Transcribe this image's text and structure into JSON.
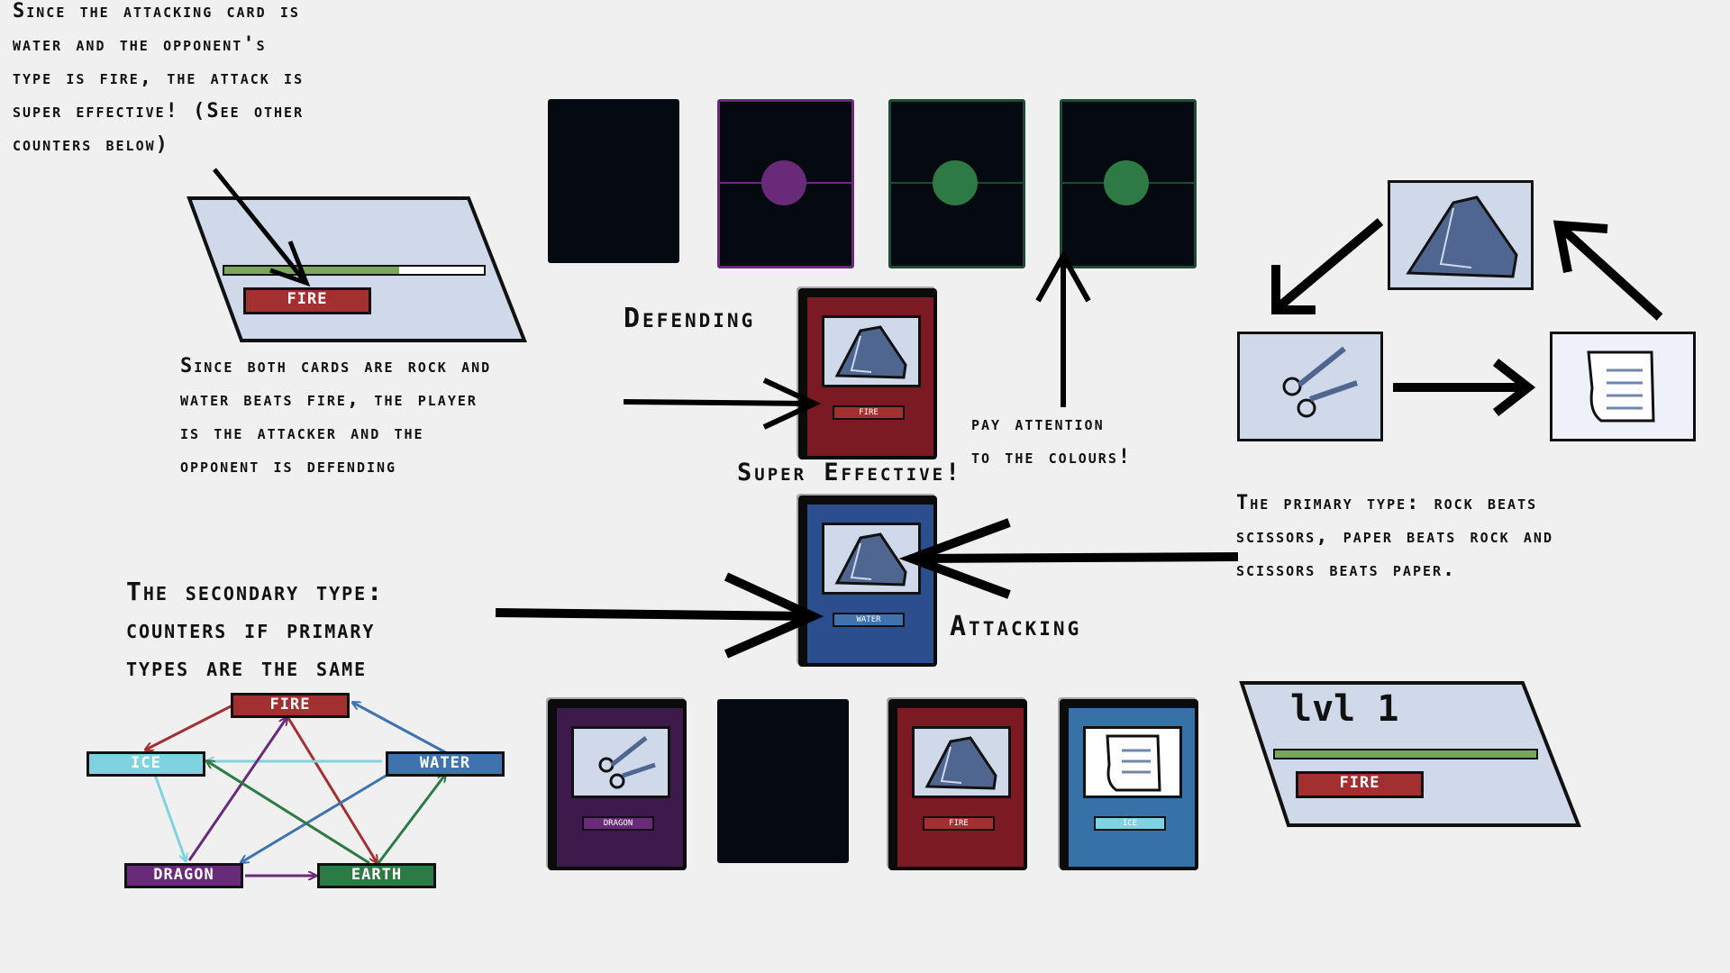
{
  "texts": {
    "intro_note": "Since the attacking card is\nwater and the opponent's\ntype is fire, the attack is\nsuper effective! (See other\ncounters below)",
    "both_rock_note": "Since both cards are rock and\nwater beats fire, the player\nis the attacker and the\nopponent is defending",
    "attention_note": "pay attention\nto the colours!",
    "primary_note": "The primary type: rock beats\nscissors, paper beats rock and\nscissors beats paper.",
    "secondary_note": "The secondary type:\ncounters if primary\ntypes are the same"
  },
  "labels": {
    "defending": "Defending",
    "super_effective": "Super Effective!",
    "attacking": "Attacking"
  },
  "opponent_panel": {
    "type": "FIRE",
    "health_fraction": 0.67
  },
  "player_panel": {
    "level": "lvl 1",
    "type": "FIRE",
    "health_fraction": 1.0
  },
  "defending_card": {
    "type": "FIRE",
    "primary": "rock",
    "color": "#7c1a24"
  },
  "attacking_card": {
    "type": "WATER",
    "primary": "rock",
    "color": "#2b4e8f"
  },
  "opponent_hand": [
    {
      "kind": "back",
      "accent": "#050a10"
    },
    {
      "kind": "back",
      "accent": "#6a2a7a"
    },
    {
      "kind": "back",
      "accent": "#2d7a45"
    },
    {
      "kind": "back",
      "accent": "#2d7a45"
    }
  ],
  "player_hand": [
    {
      "primary": "scissors",
      "type": "DRAGON",
      "color": "#3c1a4c",
      "tag_color": "#6a2a7a"
    },
    {
      "kind": "back"
    },
    {
      "primary": "rock",
      "type": "FIRE",
      "color": "#7c1a24",
      "tag_color": "#a23030"
    },
    {
      "primary": "paper",
      "type": "ICE",
      "color": "#3671a8",
      "tag_color": "#7fd3e0"
    }
  ],
  "secondary_types": {
    "fire": {
      "label": "FIRE",
      "color": "#a23030"
    },
    "ice": {
      "label": "ICE",
      "color": "#7fd3e0"
    },
    "water": {
      "label": "WATER",
      "color": "#3e73ad"
    },
    "dragon": {
      "label": "DRAGON",
      "color": "#6a2a7a"
    },
    "earth": {
      "label": "EARTH",
      "color": "#2d7a45"
    }
  },
  "colors": {
    "fire": "#a23030",
    "water": "#3e73ad",
    "ice": "#7fd3e0",
    "dragon": "#6a2a7a",
    "earth": "#2d7a45",
    "panel": "#cfd9ea",
    "health": "#7aa85a"
  }
}
